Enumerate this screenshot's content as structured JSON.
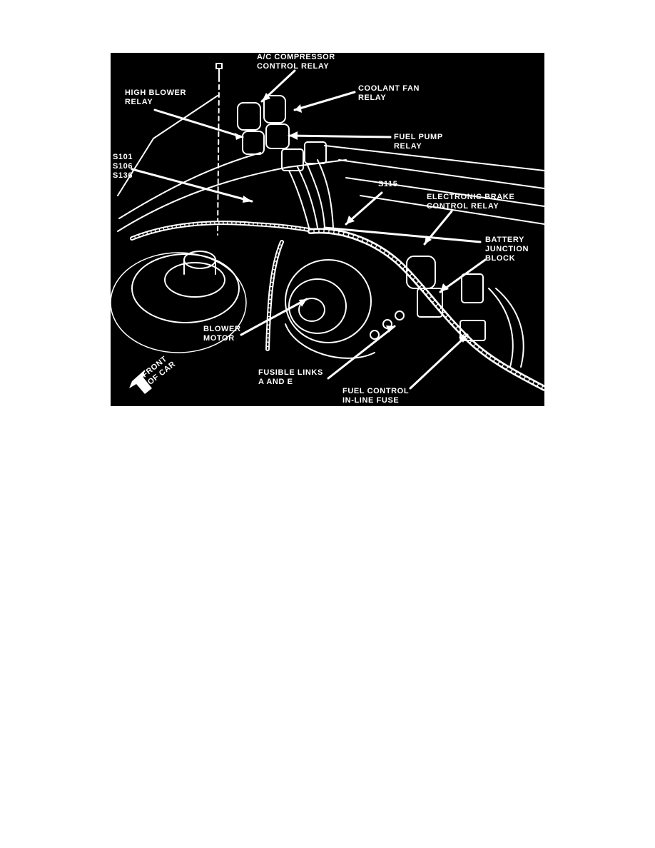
{
  "figure": {
    "labels": {
      "ac_compressor_relay": [
        "A/C COMPRESSOR",
        "CONTROL RELAY"
      ],
      "coolant_fan_relay": [
        "COOLANT FAN",
        "RELAY"
      ],
      "high_blower_relay": [
        "HIGH BLOWER",
        "RELAY"
      ],
      "fuel_pump_relay": [
        "FUEL PUMP",
        "RELAY"
      ],
      "splices": [
        "S101",
        "S106",
        "S136"
      ],
      "s115": "S115",
      "electronic_brake_control_relay": [
        "ELECTRONIC BRAKE",
        "CONTROL RELAY"
      ],
      "battery_junction_block": [
        "BATTERY",
        "JUNCTION",
        "BLOCK"
      ],
      "blower_motor": [
        "BLOWER",
        "MOTOR"
      ],
      "fusible_links": [
        "FUSIBLE LINKS",
        "A AND E"
      ],
      "fuel_control_fuse": [
        "FUEL CONTROL",
        "IN-LINE FUSE"
      ],
      "front_of_car": [
        "FRONT",
        "OF CAR"
      ]
    },
    "colors": {
      "background": "#000000",
      "ink": "#ffffff"
    }
  }
}
